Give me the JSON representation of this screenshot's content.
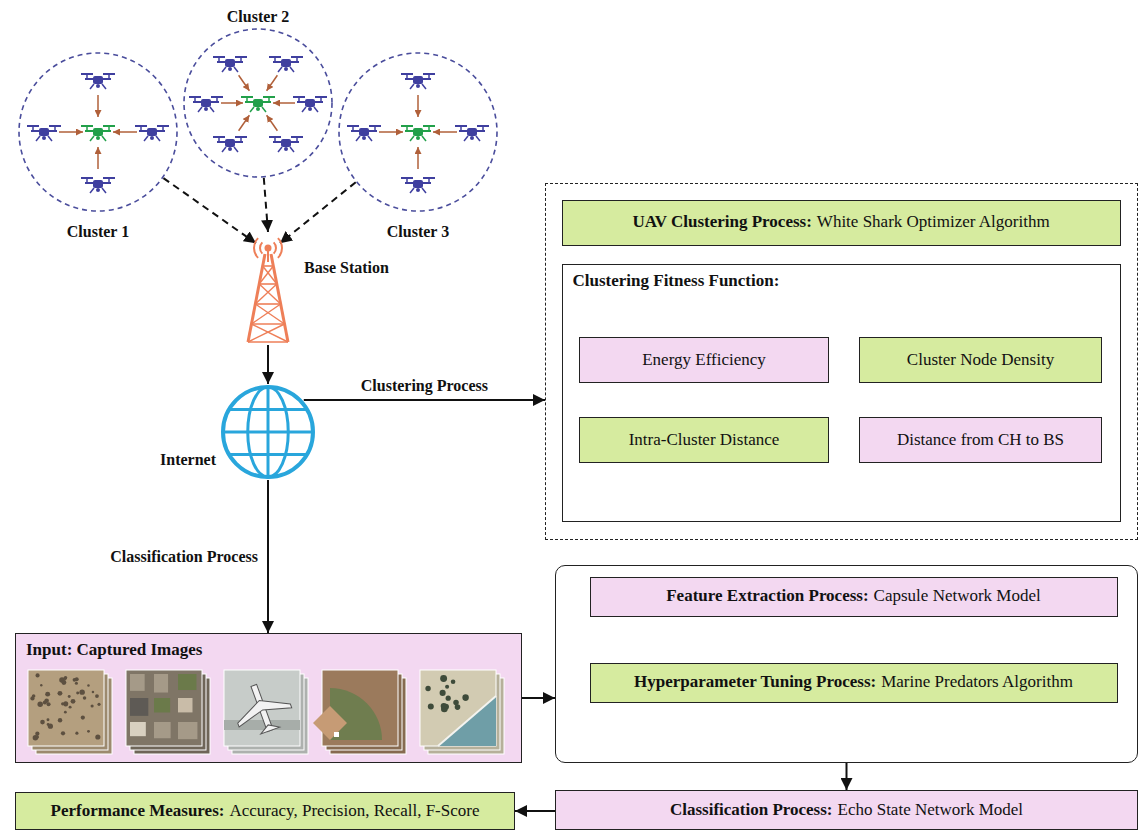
{
  "diagram": {
    "nodes": [
      {
        "text": [
          "Cluster 1"
        ]
      },
      {
        "text": [
          "Cluster 2"
        ]
      },
      {
        "text": [
          "Cluster 3"
        ]
      },
      {
        "text": [
          "Base Station"
        ]
      },
      {
        "text": [
          "Internet"
        ]
      },
      {
        "text": []
      },
      {
        "text": [
          "UAV Clustering Process:",
          "White Shark Optimizer Algorithm"
        ],
        "in": 5
      },
      {
        "text": [
          "Clustering Fitness Function:"
        ],
        "in": 5
      },
      {
        "text": [
          "Energy Efficiency"
        ],
        "in": 7
      },
      {
        "text": [
          "Cluster Node Density"
        ],
        "in": 7
      },
      {
        "text": [
          "Intra-Cluster Distance"
        ],
        "in": 7
      },
      {
        "text": [
          "Distance from CH to BS"
        ],
        "in": 7
      },
      {
        "text": [
          "Input: Captured Images"
        ]
      },
      {
        "text": []
      },
      {
        "text": [
          "Feature Extraction Process:",
          "Capsule Network Model"
        ],
        "in": 13
      },
      {
        "text": [
          "Hyperparameter Tuning Process:",
          "Marine Predators Algorithm"
        ],
        "in": 13
      },
      {
        "text": [
          "Classification Process:",
          "Echo State Network Model"
        ]
      },
      {
        "text": [
          "Performance Measures:",
          "Accuracy, Precision, Recall, F-Score"
        ]
      }
    ],
    "edges": [
      {
        "from": 0,
        "to": 3,
        "arrow": "to"
      },
      {
        "from": 1,
        "to": 3,
        "arrow": "to"
      },
      {
        "from": 2,
        "to": 3,
        "arrow": "to"
      },
      {
        "from": 3,
        "to": 4,
        "arrow": "to"
      },
      {
        "from": 4,
        "to": 5,
        "label": "Clustering Process",
        "arrow": "to"
      },
      {
        "from": 4,
        "to": 12,
        "label": "Classification Process",
        "arrow": "to"
      },
      {
        "from": 12,
        "to": 13,
        "arrow": "to"
      },
      {
        "from": 15,
        "to": 14,
        "arrow": "to"
      },
      {
        "from": 13,
        "to": 16,
        "arrow": "to"
      },
      {
        "from": 16,
        "to": 17,
        "arrow": "to"
      }
    ]
  }
}
